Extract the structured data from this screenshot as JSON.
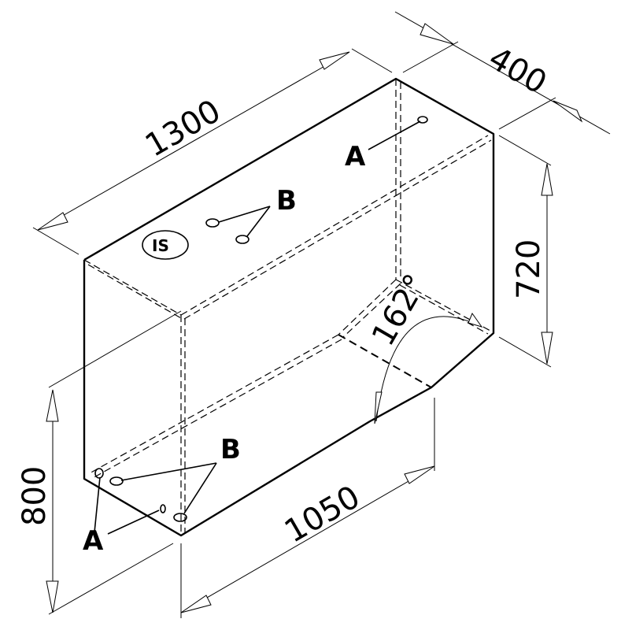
{
  "diagram": {
    "type": "isometric tank drawing",
    "dimensions": {
      "length": "1300",
      "depth": "400",
      "height_rear": "720",
      "height_front": "800",
      "bottom_length": "1050",
      "angle": "162°"
    },
    "labels": {
      "a_top": "A",
      "a_bottom": "A",
      "b_top": "B",
      "b_bottom": "B",
      "badge": "IS"
    },
    "colors": {
      "line": "#000000",
      "background": "#ffffff"
    }
  }
}
